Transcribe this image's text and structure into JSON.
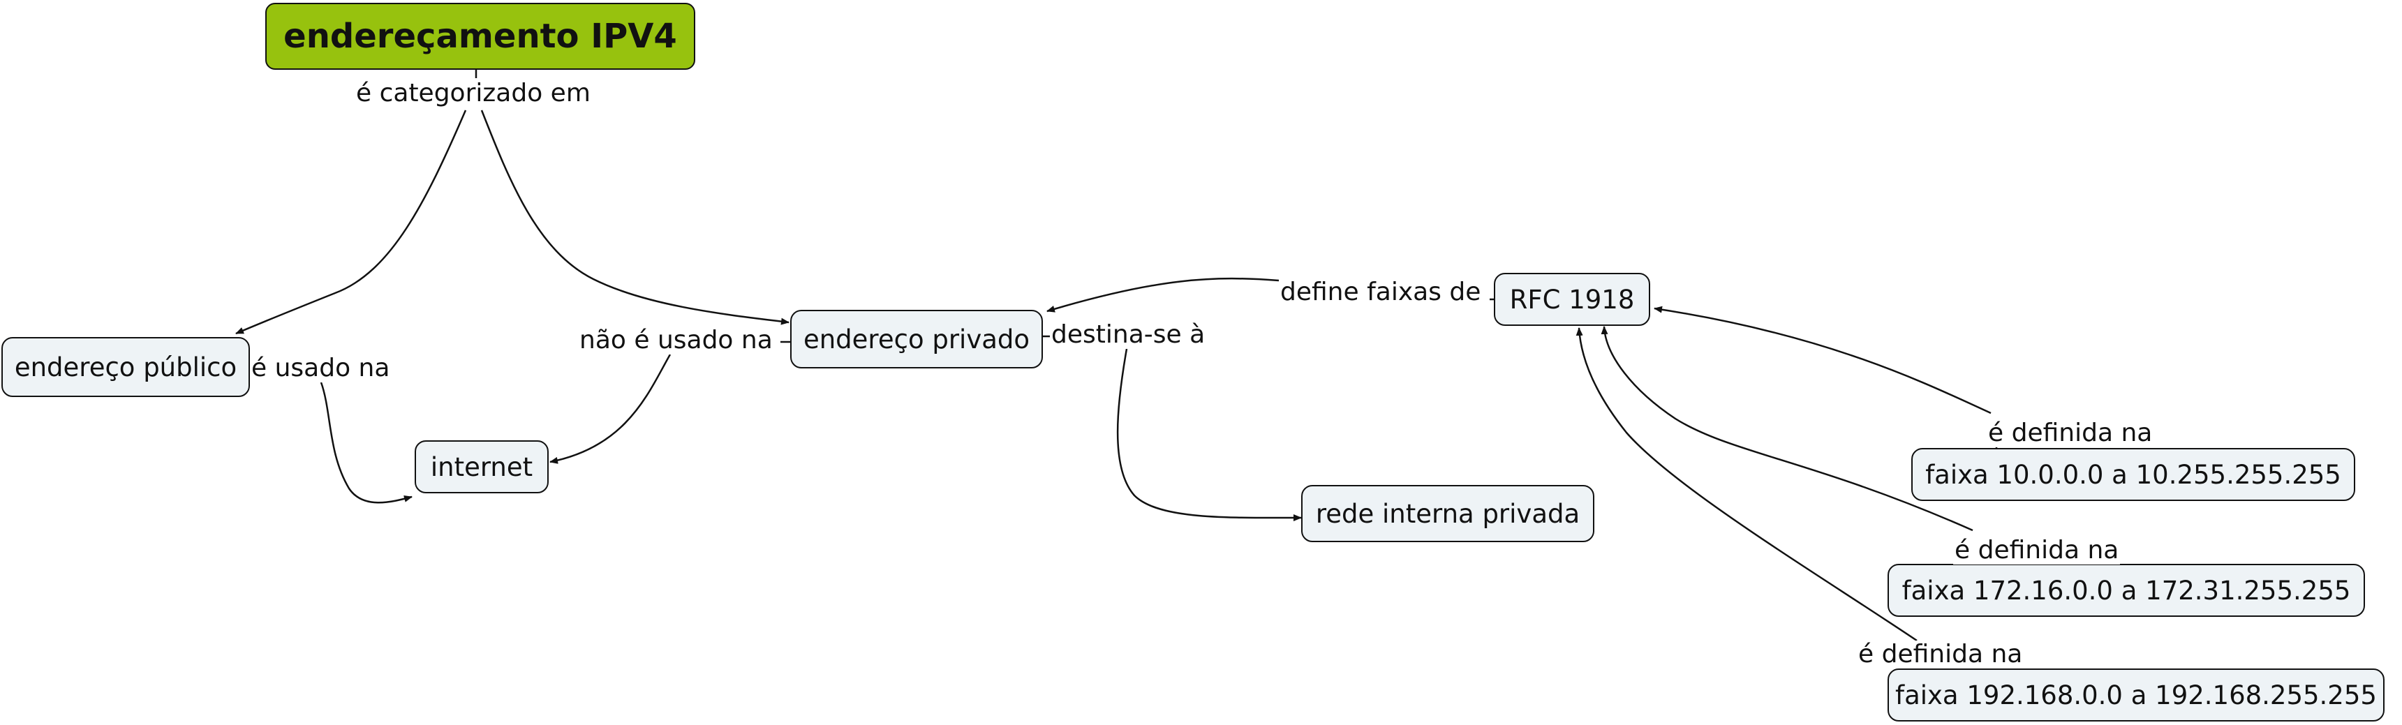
{
  "nodes": {
    "root": "endereçamento IPV4",
    "publico": "endereço público",
    "privado": "endereço privado",
    "internet": "internet",
    "rede": "rede interna privada",
    "rfc": "RFC 1918",
    "faixa10": "faixa 10.0.0.0 a 10.255.255.255",
    "faixa172": "faixa 172.16.0.0 a 172.31.255.255",
    "faixa192": "faixa 192.168.0.0 a 192.168.255.255"
  },
  "links": {
    "categorizado": "é categorizado em",
    "usado": "é usado na",
    "nao_usado": "não é usado na",
    "destina": "destina-se à",
    "define": "define faixas de",
    "definida1": "é  definida na",
    "definida2": "é definida na",
    "definida3": "é definida na"
  },
  "colors": {
    "root_fill": "#97c20e",
    "node_fill": "#eef3f6",
    "stroke": "#111111"
  }
}
